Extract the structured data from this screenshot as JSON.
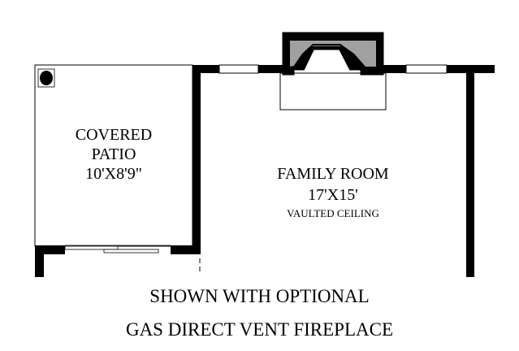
{
  "rooms": {
    "patio": {
      "name_line1": "COVERED",
      "name_line2": "PATIO",
      "size": "10'X8'9\""
    },
    "family": {
      "name": "FAMILY ROOM",
      "size": "17'X15'",
      "note": "VAULTED CEILING"
    }
  },
  "caption": {
    "line1": "SHOWN WITH OPTIONAL",
    "line2": "GAS DIRECT VENT FIREPLACE"
  },
  "colors": {
    "wall": "#000000",
    "fireplace_fill": "#a0a0a0",
    "background": "#ffffff"
  }
}
